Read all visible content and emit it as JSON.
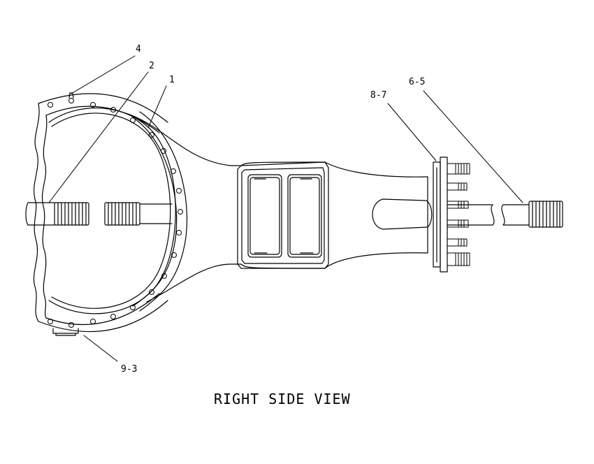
{
  "diagram": {
    "title": "RIGHT SIDE VIEW",
    "callouts": [
      {
        "id": "c4",
        "label": "4"
      },
      {
        "id": "c2",
        "label": "2"
      },
      {
        "id": "c1",
        "label": "1"
      },
      {
        "id": "c87",
        "label": "8-7"
      },
      {
        "id": "c65",
        "label": "6-5"
      },
      {
        "id": "c93",
        "label": "9-3"
      }
    ]
  },
  "colors": {
    "ink": "#000000",
    "paper": "#ffffff"
  }
}
